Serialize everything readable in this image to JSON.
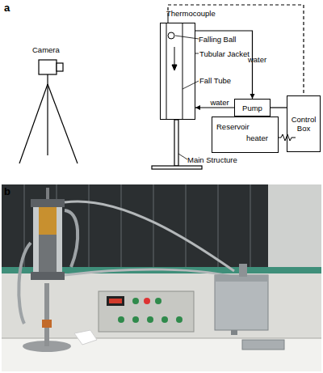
{
  "diagram": {
    "nodes": [
      {
        "text": [
          "Falling Ball"
        ]
      },
      {
        "text": [
          "Pump"
        ]
      },
      {
        "text": [
          "Reservoir"
        ]
      },
      {
        "text": [
          "Control Box"
        ]
      }
    ],
    "edges": [
      {
        "from": 0,
        "to": 1,
        "label": "water",
        "arrow": "to"
      },
      {
        "from": 1,
        "to": 0,
        "label": "water",
        "arrow": "to"
      },
      {
        "from": 0,
        "to": 3,
        "arrow": "none"
      },
      {
        "from": 1,
        "to": 3,
        "arrow": "none"
      }
    ],
    "labels": [
      "a",
      "Camera",
      "Thermocouple",
      "Tubular Jacket",
      "Fall Tube",
      "Main Structure",
      "heater",
      "b"
    ]
  }
}
